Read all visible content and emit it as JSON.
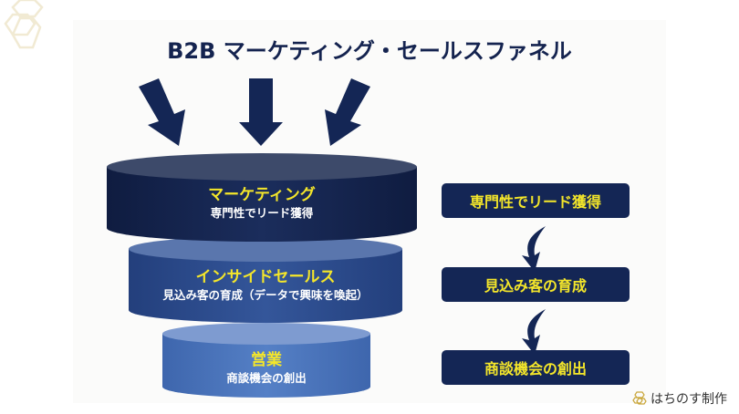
{
  "title": "B2B マーケティング・セールスファネル",
  "funnel": [
    {
      "title": "マーケティング",
      "subtitle": "専門性でリード獲得"
    },
    {
      "title": "インサイドセールス",
      "subtitle": "見込み客の育成（データで興味を喚起）"
    },
    {
      "title": "営業",
      "subtitle": "商談機会の創出"
    }
  ],
  "steps": [
    {
      "label": "専門性でリード獲得"
    },
    {
      "label": "見込み客の育成"
    },
    {
      "label": "商談機会の創出"
    }
  ],
  "credit": {
    "label": "はちのす制作",
    "icon": "honeycomb-icon"
  },
  "colors": {
    "navy": "#142655",
    "mid_blue": "#2c4a88",
    "light_blue": "#4a72b8",
    "yellow": "#f4e62a",
    "logo": "#f1ead3"
  }
}
